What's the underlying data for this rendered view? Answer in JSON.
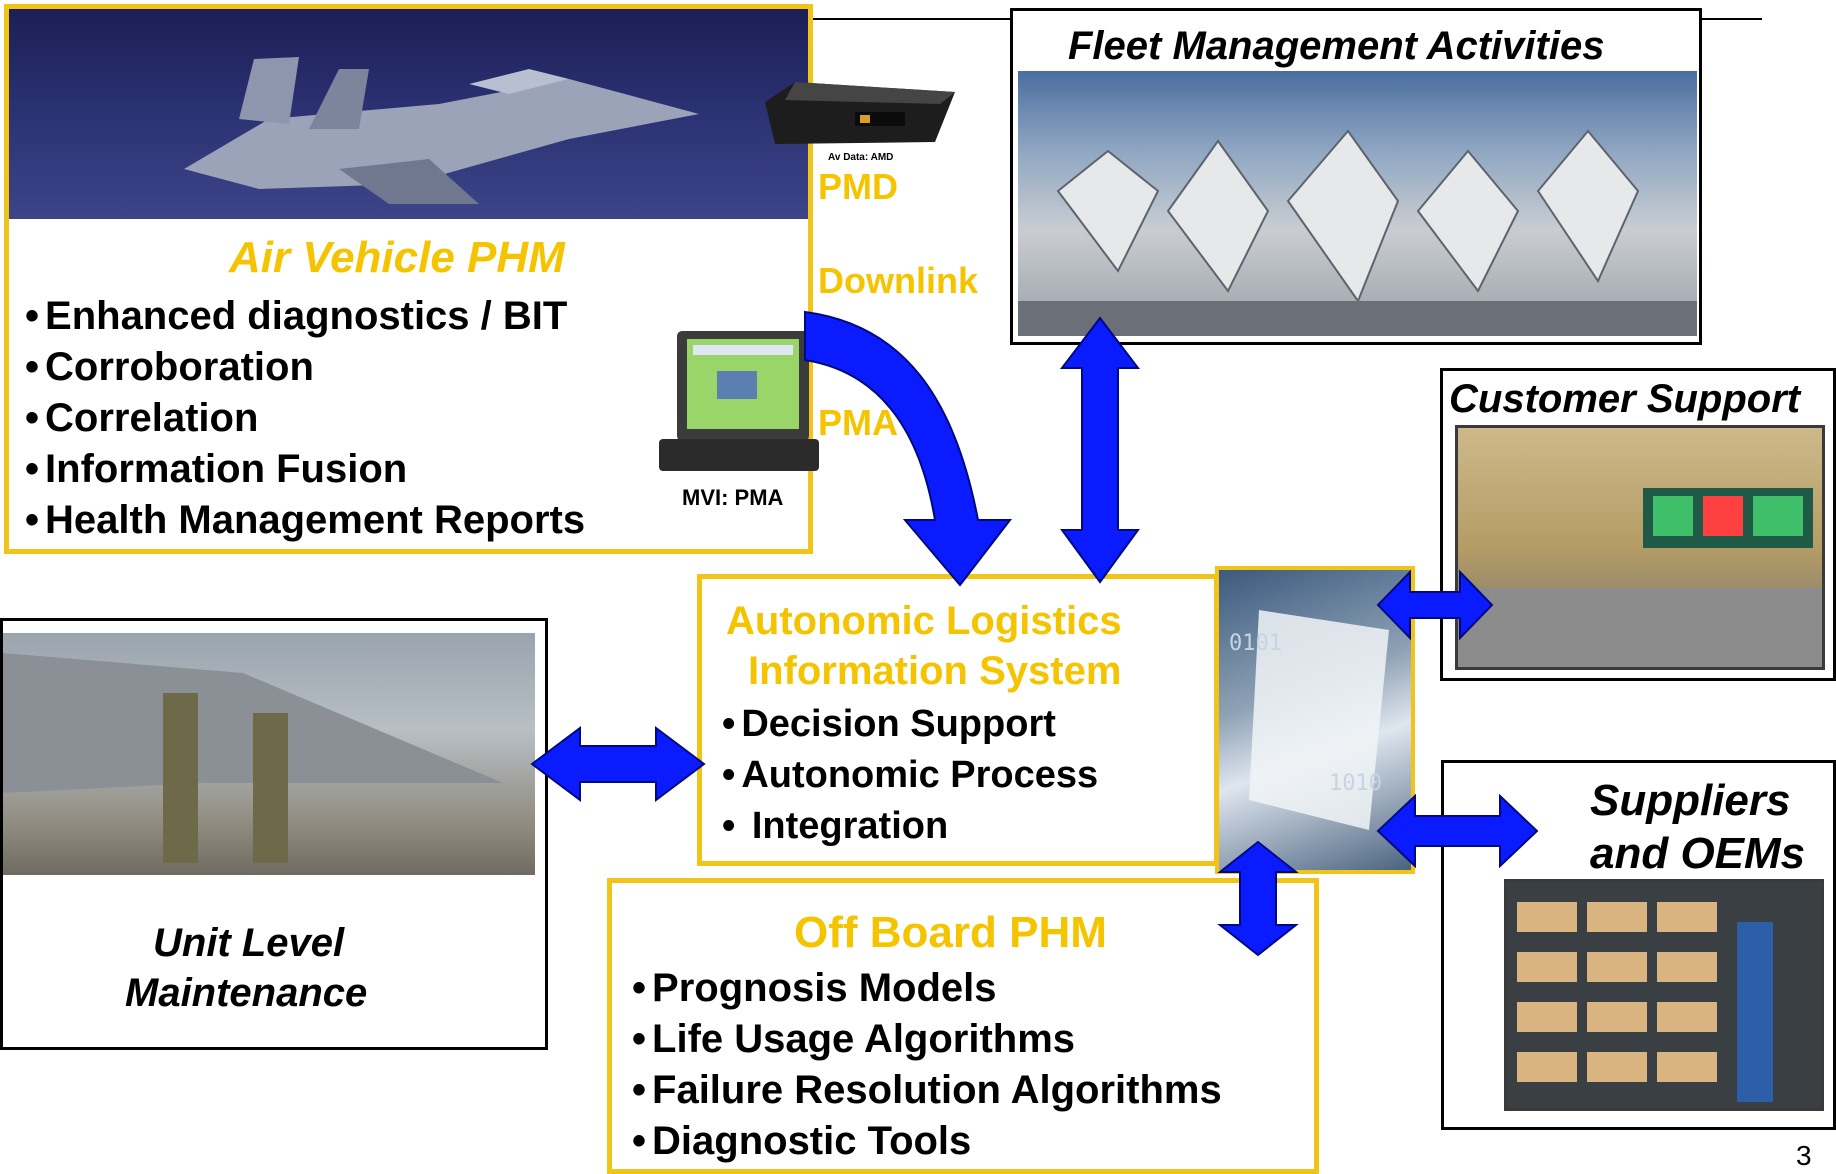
{
  "air_vehicle": {
    "title": "Air Vehicle PHM",
    "items": [
      "Enhanced diagnostics / BIT",
      "Corroboration",
      "Correlation",
      "Information Fusion",
      "Health Management Reports"
    ]
  },
  "devices": {
    "pmd_caption": "Av Data: AMD",
    "pmd_label": "PMD",
    "downlink_label": "Downlink",
    "pma_label": "PMA",
    "pma_caption": "MVI: PMA"
  },
  "fleet": {
    "title": "Fleet Management Activities"
  },
  "customer": {
    "title": "Customer Support"
  },
  "suppliers": {
    "title_line1": "Suppliers",
    "title_line2": "and OEMs"
  },
  "unit_level": {
    "title_line1": "Unit Level",
    "title_line2": "Maintenance"
  },
  "alis": {
    "title_line1": "Autonomic Logistics",
    "title_line2": "Information System",
    "items": [
      "Decision Support",
      "Autonomic Process",
      " Integration"
    ]
  },
  "offboard": {
    "title": "Off Board PHM",
    "items": [
      "Prognosis Models",
      "Life Usage Algorithms",
      "Failure Resolution Algorithms",
      "Diagnostic Tools"
    ]
  },
  "footer": {
    "page_number": "3"
  },
  "colors": {
    "accent_yellow": "#f5c400",
    "arrow_blue": "#0a1cff",
    "border_yellow": "#f0c419"
  }
}
